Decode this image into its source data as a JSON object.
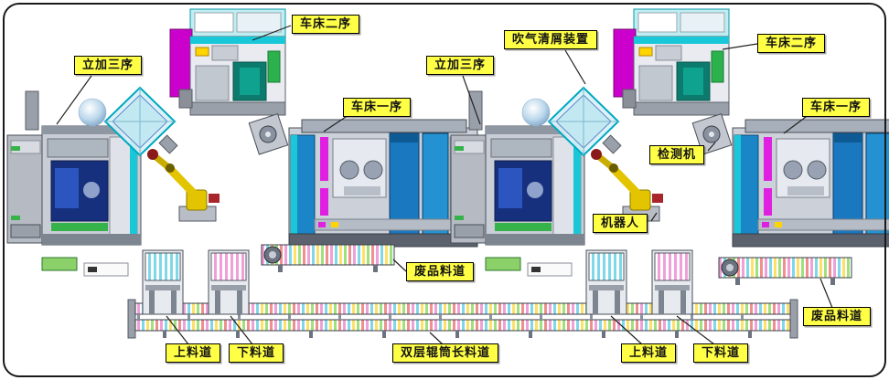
{
  "diagram": {
    "kind": "factory-production-line-layout",
    "background": "#ffffff",
    "border_color": "#1a1a1a"
  },
  "colors": {
    "label_bg": "#ffff45",
    "label_border": "#000000",
    "label_text": "#141414",
    "accent_cyan": "#19c8d8",
    "accent_magenta": "#cc00cc",
    "machine_blue": "#1a78c0",
    "robot_yellow": "#e3c400"
  },
  "labels": [
    {
      "id": "lathe-seq2-left",
      "text": "车床二序"
    },
    {
      "id": "blow-chip-cleaner",
      "text": "吹气清屑装置"
    },
    {
      "id": "lathe-seq2-right",
      "text": "车床二序"
    },
    {
      "id": "vmc-seq3-left",
      "text": "立加三序"
    },
    {
      "id": "vmc-seq3-right",
      "text": "立加三序"
    },
    {
      "id": "lathe-seq1-left",
      "text": "车床一序"
    },
    {
      "id": "lathe-seq1-right",
      "text": "车床一序"
    },
    {
      "id": "inspection-machine",
      "text": "检测机"
    },
    {
      "id": "robot",
      "text": "机器人"
    },
    {
      "id": "scrap-chute-center",
      "text": "废品料道"
    },
    {
      "id": "scrap-chute-right",
      "text": "废品料道"
    },
    {
      "id": "loading-chute-left",
      "text": "上料道"
    },
    {
      "id": "unloading-chute-left",
      "text": "下料道"
    },
    {
      "id": "double-roller-long-chute",
      "text": "双层辊筒长料道"
    },
    {
      "id": "loading-chute-right",
      "text": "上料道"
    },
    {
      "id": "unloading-chute-right",
      "text": "下料道"
    }
  ]
}
